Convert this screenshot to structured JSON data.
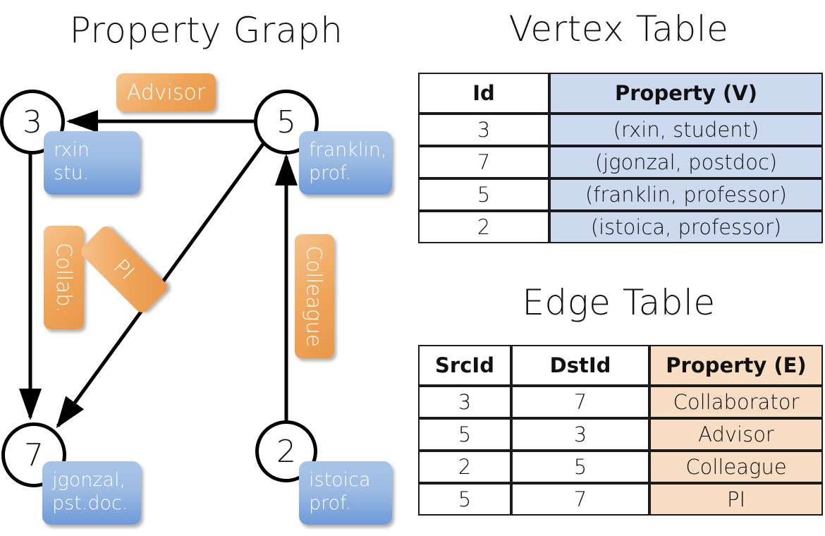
{
  "titles": {
    "property_graph": "Property Graph",
    "vertex_table": "Vertex Table",
    "edge_table": "Edge Table"
  },
  "colors": {
    "vertex_property_fill": "#ccd9ef",
    "edge_property_fill": "#f6ddc3",
    "vertex_box_fill": "#9dbce4",
    "edge_label_fill": "#efa559",
    "stroke": "#000000"
  },
  "graph": {
    "nodes": [
      {
        "id": "3",
        "property": "rxin\nstu.",
        "line1": "rxin",
        "line2": "stu."
      },
      {
        "id": "5",
        "property": "franklin,\nprof.",
        "line1": "franklin,",
        "line2": "prof."
      },
      {
        "id": "7",
        "property": "jgonzal,\npst.doc.",
        "line1": "jgonzal,",
        "line2": "pst.doc."
      },
      {
        "id": "2",
        "property": "istoica\nprof.",
        "line1": "istoica",
        "line2": "prof."
      }
    ],
    "edge_labels": [
      {
        "name": "advisor",
        "text": "Advisor",
        "orientation": "horizontal"
      },
      {
        "name": "collab",
        "text": "Collab.",
        "orientation": "vertical"
      },
      {
        "name": "pi",
        "text": "PI",
        "orientation": "diagonal"
      },
      {
        "name": "colleague",
        "text": "Colleague",
        "orientation": "vertical"
      }
    ]
  },
  "vertex_table": {
    "headers": [
      "Id",
      "Property (V)"
    ],
    "rows": [
      {
        "id": "3",
        "property": "(rxin, student)"
      },
      {
        "id": "7",
        "property": "(jgonzal, postdoc)"
      },
      {
        "id": "5",
        "property": "(franklin, professor)"
      },
      {
        "id": "2",
        "property": "(istoica, professor)"
      }
    ]
  },
  "edge_table": {
    "headers": [
      "SrcId",
      "DstId",
      "Property (E)"
    ],
    "rows": [
      {
        "src": "3",
        "dst": "7",
        "property": "Collaborator"
      },
      {
        "src": "5",
        "dst": "3",
        "property": "Advisor"
      },
      {
        "src": "2",
        "dst": "5",
        "property": "Colleague"
      },
      {
        "src": "5",
        "dst": "7",
        "property": "PI"
      }
    ]
  }
}
